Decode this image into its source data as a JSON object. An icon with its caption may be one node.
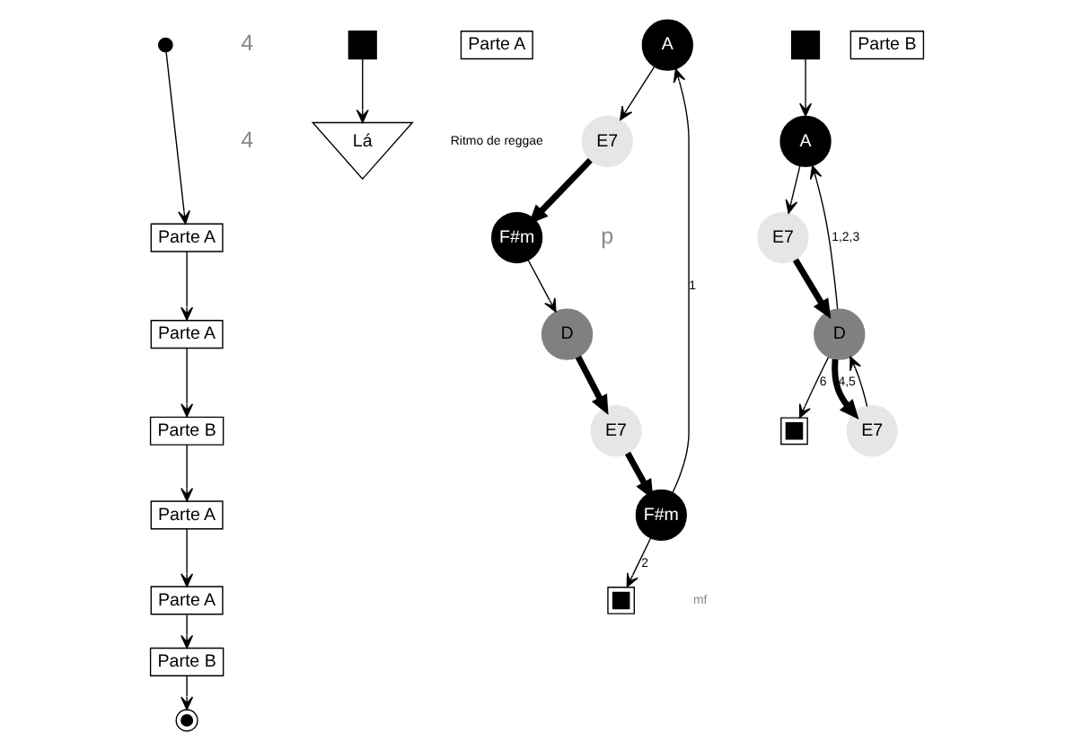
{
  "diagram": {
    "nodes": [
      {
        "text": [],
        "shape": "circle"
      },
      {
        "text": [
          "Parte A"
        ]
      },
      {
        "text": [
          "Parte A"
        ]
      },
      {
        "text": [
          "Parte B"
        ]
      },
      {
        "text": [
          "Parte A"
        ]
      },
      {
        "text": [
          "Parte A"
        ]
      },
      {
        "text": [
          "Parte B"
        ]
      },
      {
        "text": [],
        "shape": "circle"
      },
      {
        "text": [],
        "shape": "box"
      },
      {
        "text": [
          "Parte A"
        ]
      },
      {
        "text": [
          "Lá"
        ]
      },
      {
        "text": [
          "A"
        ]
      },
      {
        "text": [
          "E7"
        ]
      },
      {
        "text": [
          "F#m"
        ]
      },
      {
        "text": [
          "D"
        ]
      },
      {
        "text": [
          "E7"
        ]
      },
      {
        "text": [
          "F#m"
        ]
      },
      {
        "text": [],
        "shape": "box"
      },
      {
        "text": [],
        "shape": "box"
      },
      {
        "text": [
          "Parte B"
        ]
      },
      {
        "text": [
          "A"
        ]
      },
      {
        "text": [
          "E7"
        ]
      },
      {
        "text": [
          "D"
        ]
      },
      {
        "text": [],
        "shape": "box"
      },
      {
        "text": [
          "E7"
        ]
      }
    ],
    "edges": [
      {
        "from": 0,
        "to": 1,
        "arrow": "to"
      },
      {
        "from": 1,
        "to": 2,
        "arrow": "to"
      },
      {
        "from": 2,
        "to": 3,
        "arrow": "to"
      },
      {
        "from": 3,
        "to": 4,
        "arrow": "to"
      },
      {
        "from": 4,
        "to": 5,
        "arrow": "to"
      },
      {
        "from": 5,
        "to": 6,
        "arrow": "to"
      },
      {
        "from": 6,
        "to": 7,
        "arrow": "to"
      },
      {
        "from": 8,
        "to": 10,
        "arrow": "to"
      },
      {
        "from": 11,
        "to": 12,
        "arrow": "to"
      },
      {
        "from": 12,
        "to": 13,
        "arrow": "to",
        "style": "thick"
      },
      {
        "from": 13,
        "to": 14,
        "arrow": "to"
      },
      {
        "from": 14,
        "to": 15,
        "arrow": "to",
        "style": "thick"
      },
      {
        "from": 15,
        "to": 16,
        "arrow": "to",
        "style": "thick"
      },
      {
        "from": 16,
        "to": 11,
        "arrow": "to",
        "label": "1"
      },
      {
        "from": 16,
        "to": 17,
        "arrow": "to",
        "label": "2"
      },
      {
        "from": 18,
        "to": 20,
        "arrow": "to"
      },
      {
        "from": 20,
        "to": 21,
        "arrow": "to"
      },
      {
        "from": 21,
        "to": 22,
        "arrow": "to",
        "style": "thick"
      },
      {
        "from": 22,
        "to": 20,
        "arrow": "to",
        "label": "1,2,3"
      },
      {
        "from": 22,
        "to": 23,
        "arrow": "to",
        "label": "6"
      },
      {
        "from": 22,
        "to": 24,
        "arrow": "to",
        "label": "4,5",
        "style": "thick"
      },
      {
        "from": 24,
        "to": 22,
        "arrow": "to"
      }
    ],
    "labels": [
      "4",
      "4",
      "Ritmo de reggae",
      "mf",
      "p"
    ]
  }
}
